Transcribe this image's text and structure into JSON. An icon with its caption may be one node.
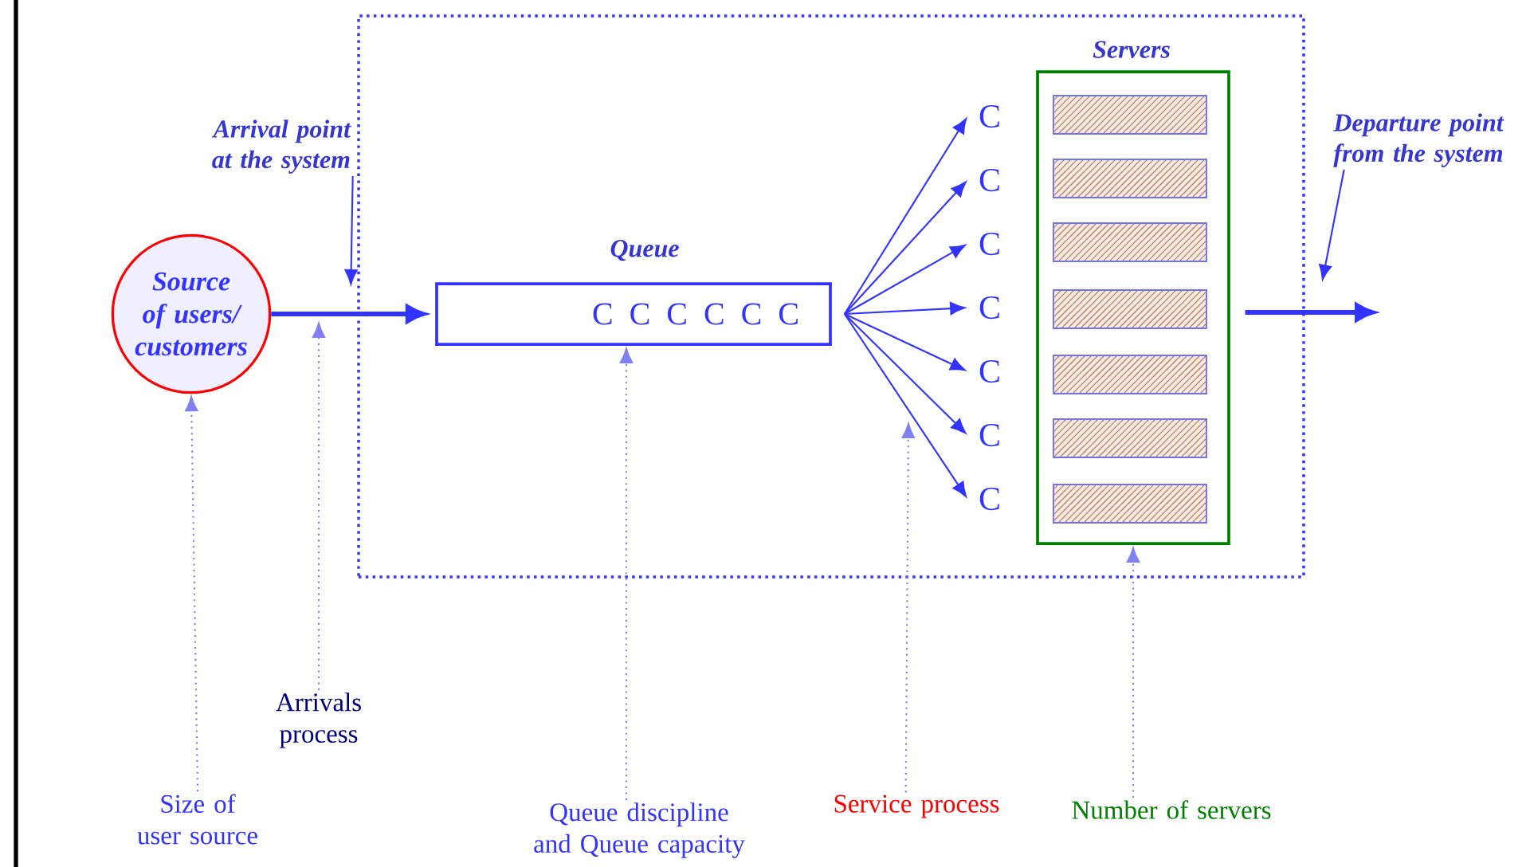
{
  "diagram": {
    "nodes": [
      {
        "text": [],
        "shape": "box"
      },
      {
        "text": [
          "Source of users/ customers"
        ]
      },
      {
        "text": [
          "Queue",
          "C C C C C C"
        ],
        "in": 0
      },
      {
        "text": [
          "C"
        ],
        "in": 0
      },
      {
        "text": [
          "C"
        ],
        "in": 0
      },
      {
        "text": [
          "C"
        ],
        "in": 0
      },
      {
        "text": [
          "C"
        ],
        "in": 0
      },
      {
        "text": [
          "C"
        ],
        "in": 0
      },
      {
        "text": [
          "C"
        ],
        "in": 0
      },
      {
        "text": [
          "C"
        ],
        "in": 0
      },
      {
        "text": [
          "Servers"
        ],
        "in": 0
      },
      {
        "text": [],
        "shape": "bar",
        "in": 10
      },
      {
        "text": [],
        "shape": "bar",
        "in": 10
      },
      {
        "text": [],
        "shape": "bar",
        "in": 10
      },
      {
        "text": [],
        "shape": "bar",
        "in": 10
      },
      {
        "text": [],
        "shape": "bar",
        "in": 10
      },
      {
        "text": [],
        "shape": "bar",
        "in": 10
      },
      {
        "text": [],
        "shape": "bar",
        "in": 10
      },
      {
        "text": [
          "Arrival point at the system"
        ]
      },
      {
        "text": [
          "Departure point from the system"
        ]
      },
      {
        "text": [
          "Size of user source"
        ]
      },
      {
        "text": [
          "Arrivals process"
        ]
      },
      {
        "text": [
          "Queue discipline and Queue capacity"
        ]
      },
      {
        "text": [
          "Service process"
        ]
      },
      {
        "text": [
          "Number of servers"
        ]
      }
    ],
    "edges": [
      {
        "from": 1,
        "to": 2,
        "arrow": "to",
        "style": "thick"
      },
      {
        "from": 2,
        "to": 3,
        "arrow": "to"
      },
      {
        "from": 2,
        "to": 4,
        "arrow": "to"
      },
      {
        "from": 2,
        "to": 5,
        "arrow": "to"
      },
      {
        "from": 2,
        "to": 6,
        "arrow": "to"
      },
      {
        "from": 2,
        "to": 7,
        "arrow": "to"
      },
      {
        "from": 2,
        "to": 8,
        "arrow": "to"
      },
      {
        "from": 2,
        "to": 9,
        "arrow": "to"
      },
      {
        "from": 10,
        "to": null,
        "arrow": "to",
        "style": "thick"
      },
      {
        "from": 18,
        "to": 0,
        "arrow": "to"
      },
      {
        "from": 19,
        "to": 0,
        "arrow": "to"
      },
      {
        "from": 20,
        "to": 1,
        "arrow": "to",
        "style": "dashed",
        "color": "#8080f0"
      },
      {
        "from": 21,
        "to": null,
        "arrow": "to",
        "style": "dashed",
        "color": "#8080f0"
      },
      {
        "from": 22,
        "to": 2,
        "arrow": "to",
        "style": "dashed",
        "color": "#8080f0"
      },
      {
        "from": 23,
        "to": null,
        "arrow": "to",
        "style": "dashed",
        "color": "#8080f0"
      },
      {
        "from": 24,
        "to": 10,
        "arrow": "to",
        "style": "dashed",
        "color": "#8080f0"
      }
    ]
  }
}
